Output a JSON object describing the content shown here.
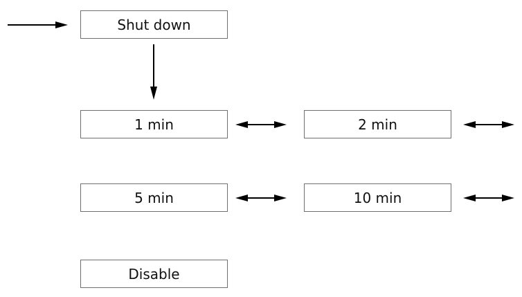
{
  "menu": {
    "root": {
      "label": "Shut down"
    },
    "options": {
      "min1": {
        "label": "1 min"
      },
      "min2": {
        "label": "2 min"
      },
      "min5": {
        "label": "5 min"
      },
      "min10": {
        "label": "10 min"
      },
      "disable": {
        "label": "Disable"
      }
    }
  },
  "colors": {
    "box_border": "#6f6f6f",
    "arrow": "#000000",
    "text": "#111111"
  }
}
